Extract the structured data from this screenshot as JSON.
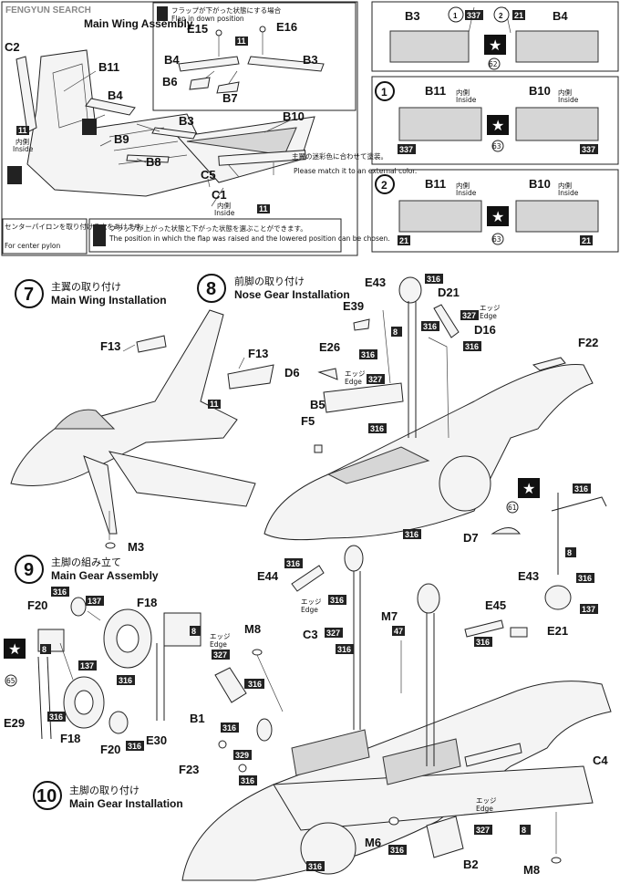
{
  "watermark": "FENGYUN SEARCH",
  "panel_wing_assembly": {
    "title_en": "Main Wing Assembly",
    "labels": [
      "C2",
      "B11",
      "B4",
      "B9",
      "B3",
      "B8",
      "B10",
      "C5",
      "C1"
    ],
    "inside_jp": "内側",
    "inside_en": "Inside",
    "paint": "11",
    "center_pylon_jp": "センターパイロンを取り付ける穴をあけます。",
    "center_pylon_en": "For center pylon",
    "match_jp": "主翼の迷彩色に合わせて塗装。",
    "match_en": "Please match it to an external color."
  },
  "panel_flap_down": {
    "jp": "フラップが下がった状態にする場合",
    "en": "Flap in down position",
    "labels": [
      "E15",
      "E16",
      "B4",
      "B3",
      "B6",
      "B7"
    ],
    "paint": "11"
  },
  "flap_note": {
    "jp": "フラップが上がった状態と下がった状態を選ぶことができます。",
    "en": "The position in which the flap was raised and the lowered position can be chosen."
  },
  "right_panel_1": {
    "labels": [
      "B3",
      "B4"
    ],
    "paints": [
      "337",
      "21"
    ],
    "marks": [
      "1",
      "2"
    ],
    "decal": "62"
  },
  "right_panel_2": {
    "mark": "1",
    "labels": [
      "B11",
      "B10"
    ],
    "inside_jp": "内側",
    "inside_en": "Inside",
    "paints": [
      "337",
      "337"
    ],
    "decal": "63"
  },
  "right_panel_3": {
    "mark": "2",
    "labels": [
      "B11",
      "B10"
    ],
    "inside_jp": "内側",
    "inside_en": "Inside",
    "paints": [
      "21",
      "21"
    ],
    "decal": "63"
  },
  "step7": {
    "num": "7",
    "title_jp": "主翼の取り付け",
    "title_en": "Main Wing Installation",
    "labels": [
      "F13",
      "F13",
      "M3"
    ],
    "paint": "11"
  },
  "step8": {
    "num": "8",
    "title_jp": "前脚の取り付け",
    "title_en": "Nose Gear Installation",
    "labels": [
      "E43",
      "D21",
      "E39",
      "D16",
      "E26",
      "D6",
      "B5",
      "F5",
      "F22",
      "D7",
      "E43"
    ],
    "paints": [
      "316",
      "316",
      "327",
      "316",
      "316",
      "327",
      "316",
      "316",
      "8",
      "316",
      "316",
      "137",
      "316",
      "316",
      "8",
      "316",
      "316"
    ],
    "edge_jp": "エッジ",
    "edge_en": "Edge",
    "decal": "61"
  },
  "step9": {
    "num": "9",
    "title_jp": "主脚の組み立て",
    "title_en": "Main Gear Assembly",
    "labels": [
      "F20",
      "F18",
      "E29",
      "F18",
      "F20",
      "E30"
    ],
    "paints": [
      "316",
      "137",
      "8",
      "137",
      "316",
      "316",
      "316",
      "8",
      "327",
      "316"
    ],
    "edge_jp": "エッジ",
    "edge_en": "Edge",
    "decal": "65"
  },
  "step10": {
    "num": "10",
    "title_jp": "主脚の取り付け",
    "title_en": "Main Gear Installation",
    "labels": [
      "E44",
      "M8",
      "C3",
      "M7",
      "E45",
      "E21",
      "B1",
      "F23",
      "C4",
      "M6",
      "B2",
      "M8"
    ],
    "paints": [
      "316",
      "316",
      "327",
      "316",
      "47",
      "316",
      "316",
      "316",
      "329",
      "316",
      "316",
      "316",
      "327",
      "8"
    ],
    "edge_jp": "エッジ",
    "edge_en": "Edge"
  }
}
